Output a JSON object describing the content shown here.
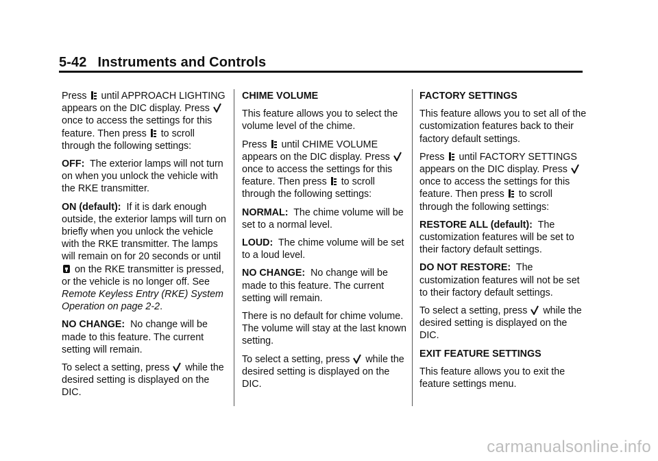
{
  "header": {
    "page": "5-42",
    "title": "Instruments and Controls"
  },
  "col1": {
    "p1": {
      "a": "Press",
      "b": "until APPROACH LIGHTING appears on the DIC display. Press",
      "c": "once to access the settings for this feature. Then press",
      "d": "to scroll through the following settings:"
    },
    "off": {
      "label": "OFF:",
      "text": "The exterior lamps will not turn on when you unlock the vehicle with the RKE transmitter."
    },
    "on": {
      "label": "ON (default):",
      "text1": "If it is dark enough outside, the exterior lamps will turn on briefly when you unlock the vehicle with the RKE transmitter. The lamps will remain on for 20 seconds or until",
      "text2": "on the RKE transmitter is pressed, or the vehicle is no longer off. See",
      "link": "Remote Keyless Entry (RKE) System Operation on page 2-2",
      "end": "."
    },
    "nochange": {
      "label": "NO CHANGE:",
      "text": "No change will be made to this feature. The current setting will remain."
    },
    "select": {
      "a": "To select a setting, press",
      "b": "while the desired setting is displayed on the DIC."
    }
  },
  "col2": {
    "heading": "CHIME VOLUME",
    "intro": "This feature allows you to select the volume level of the chime.",
    "p1": {
      "a": "Press",
      "b": "until CHIME VOLUME appears on the DIC display. Press",
      "c": "once to access the settings for this feature. Then press",
      "d": "to scroll through the following settings:"
    },
    "normal": {
      "label": "NORMAL:",
      "text": "The chime volume will be set to a normal level."
    },
    "loud": {
      "label": "LOUD:",
      "text": "The chime volume will be set to a loud level."
    },
    "nochange": {
      "label": "NO CHANGE:",
      "text": "No change will be made to this feature. The current setting will remain."
    },
    "nodefault": "There is no default for chime volume. The volume will stay at the last known setting.",
    "select": {
      "a": "To select a setting, press",
      "b": "while the desired setting is displayed on the DIC."
    }
  },
  "col3": {
    "heading": "FACTORY SETTINGS",
    "intro": "This feature allows you to set all of the customization features back to their factory default settings.",
    "p1": {
      "a": "Press",
      "b": "until FACTORY SETTINGS appears on the DIC display. Press",
      "c": "once to access the settings for this feature. Then press",
      "d": "to scroll through the following settings:"
    },
    "restore": {
      "label": "RESTORE ALL (default):",
      "text": "The customization features will be set to their factory default settings."
    },
    "norestore": {
      "label": "DO NOT RESTORE:",
      "text": "The customization features will not be set to their factory default settings."
    },
    "select": {
      "a": "To select a setting, press",
      "b": "while the desired setting is displayed on the DIC."
    },
    "exit_heading": "EXIT FEATURE SETTINGS",
    "exit_text": "This feature allows you to exit the feature settings menu."
  },
  "footer": {
    "watermark": "carmanualsonline.info"
  },
  "icons": {
    "menu": "dic-menu-icon",
    "check": "checkmark-icon",
    "lock": "rke-lock-icon"
  }
}
